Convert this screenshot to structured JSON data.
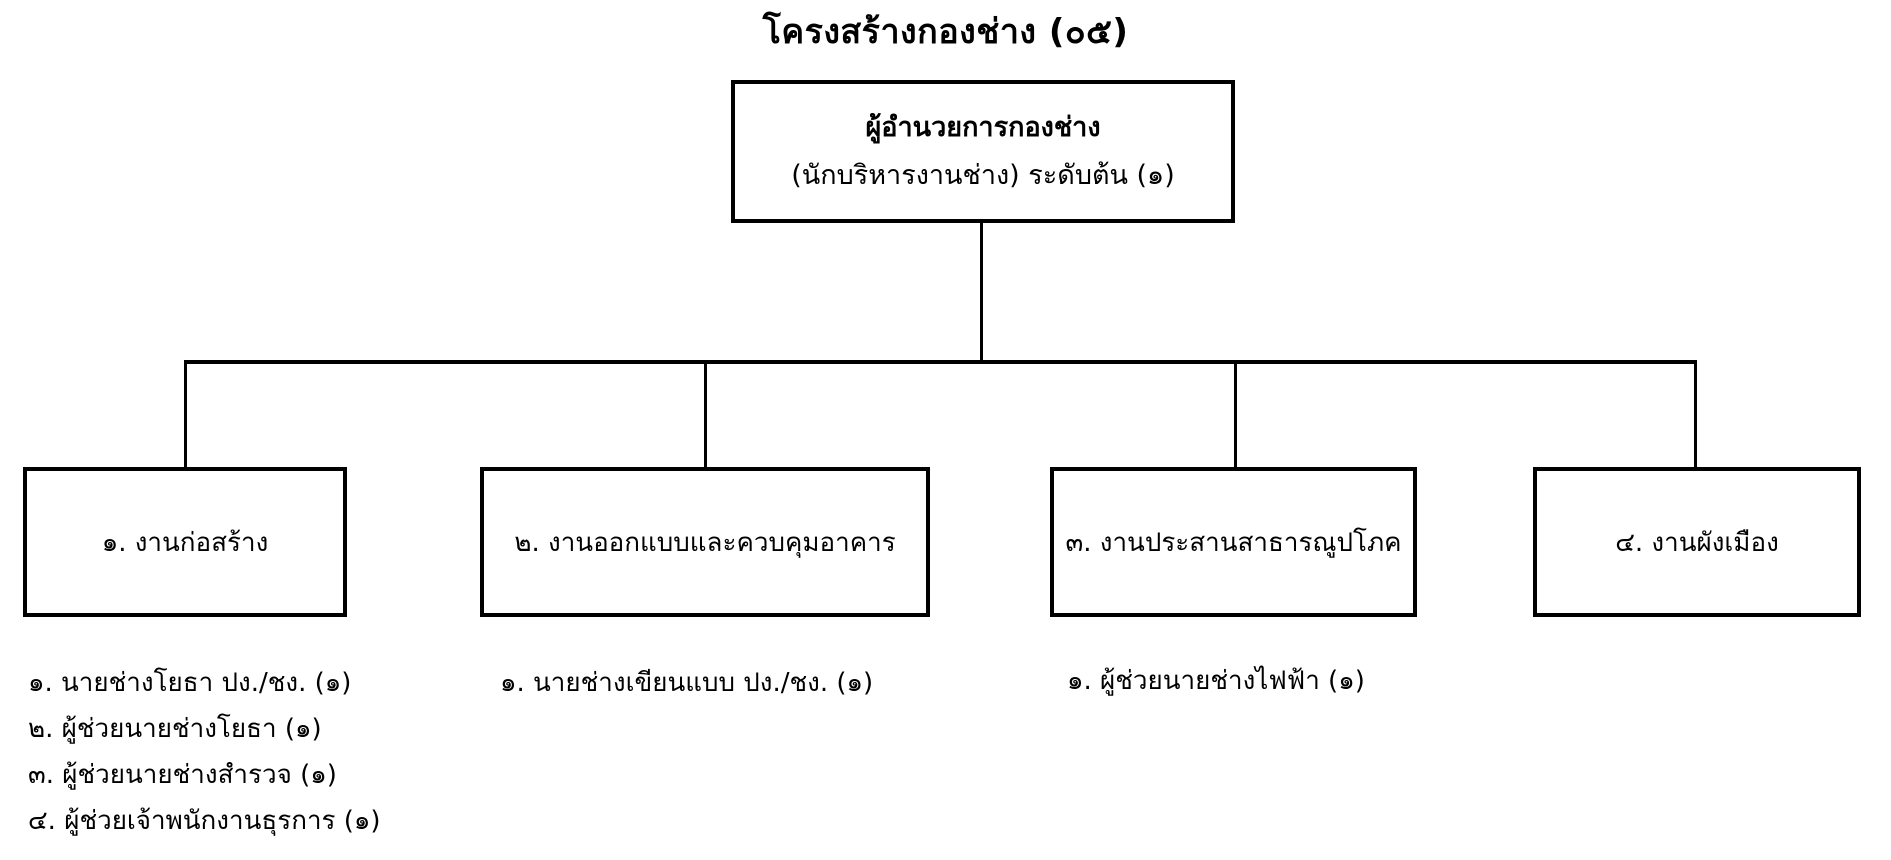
{
  "title": "โครงสร้างกองช่าง (๐๕)",
  "root": {
    "line1": "ผู้อำนวยการกองช่าง",
    "line2": "(นักบริหารงานช่าง) ระดับต้น (๑)"
  },
  "departments": [
    {
      "label": "๑. งานก่อสร้าง",
      "staff": [
        "๑. นายช่างโยธา ปง./ชง. (๑)",
        "๒. ผู้ช่วยนายช่างโยธา (๑)",
        "๓. ผู้ช่วยนายช่างสำรวจ (๑)",
        "๔. ผู้ช่วยเจ้าพนักงานธุรการ (๑)"
      ]
    },
    {
      "label": "๒. งานออกแบบและควบคุมอาคาร",
      "staff": [
        "๑. นายช่างเขียนแบบ ปง./ชง. (๑)"
      ]
    },
    {
      "label": "๓. งานประสานสาธารณูปโภค",
      "staff": [
        "๑. ผู้ช่วยนายช่างไฟฟ้า (๑)"
      ]
    },
    {
      "label": "๔. งานผังเมือง",
      "staff": []
    }
  ],
  "colors": {
    "line": "#000000",
    "text": "#000000",
    "background": "#ffffff"
  }
}
